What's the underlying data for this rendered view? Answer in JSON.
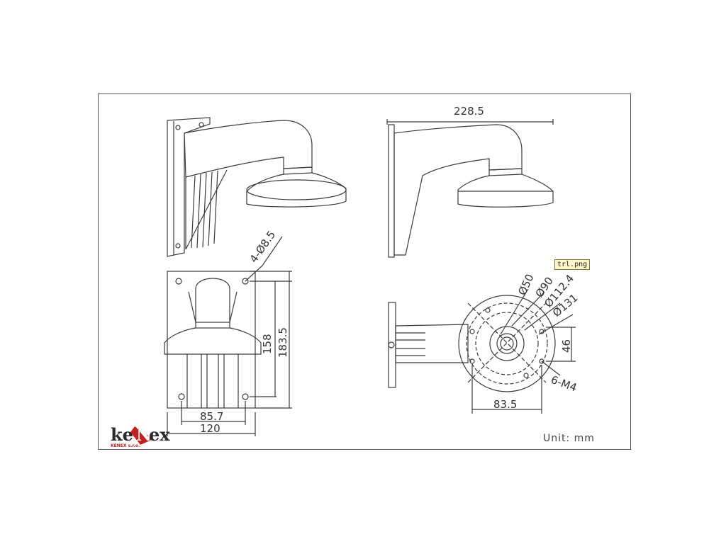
{
  "dimensions": {
    "width_total": "228.5",
    "hole_spec": "4-Ø8.5",
    "height_inner": "158",
    "height_outer": "183.5",
    "hole_spacing": "85.7",
    "plate_width": "120",
    "d50": "Ø50",
    "d90": "Ø90",
    "d112": "Ø112.4",
    "d131": "Ø131",
    "offset46": "46",
    "span835": "83.5",
    "thread": "6-M4"
  },
  "unit_label": "Unit:  mm",
  "file_tag": "trl.png",
  "logo": {
    "text": "keNex",
    "sub": "KENEX s.r.o."
  },
  "colors": {
    "line": "#3a3a3a",
    "logo_red": "#c51f1f"
  }
}
